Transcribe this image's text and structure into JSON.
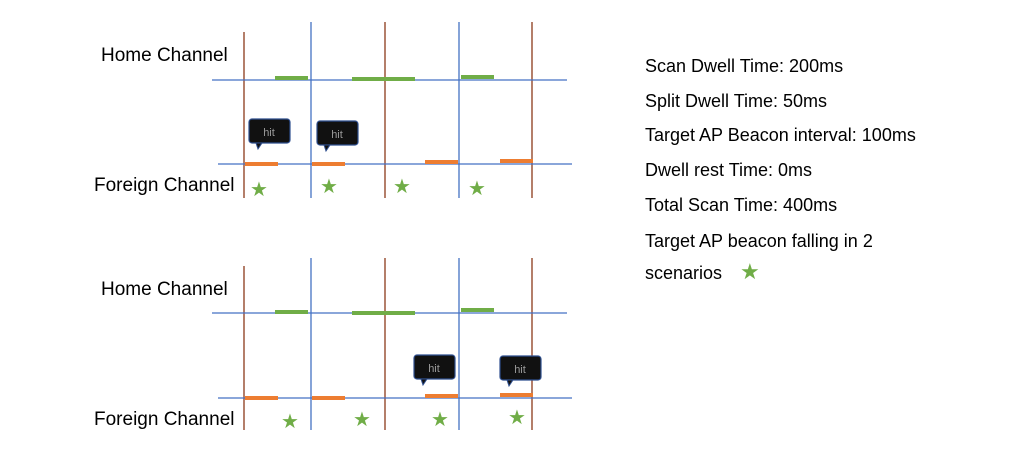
{
  "labels": {
    "home_channel": "Home Channel",
    "foreign_channel": "Foreign Channel",
    "hit": "hit"
  },
  "info": {
    "lines": [
      "Scan Dwell Time: 200ms",
      "Split Dwell Time: 50ms",
      "Target AP Beacon interval: 100ms",
      "Dwell rest Time: 0ms",
      "Total Scan Time: 400ms",
      "Target AP beacon falling in 2",
      "scenarios"
    ]
  },
  "colors": {
    "home_line": "#4472c4",
    "blue_vertical": "#4472c4",
    "brown_vertical": "#8b3a1a",
    "home_dwell": "#70ad47",
    "foreign_dwell": "#ed7d31",
    "beacon_star": "#70ad47",
    "hit_bubble": "#111111"
  },
  "icons": {
    "beacon": "star-icon",
    "hit": "speech-bubble-icon"
  }
}
